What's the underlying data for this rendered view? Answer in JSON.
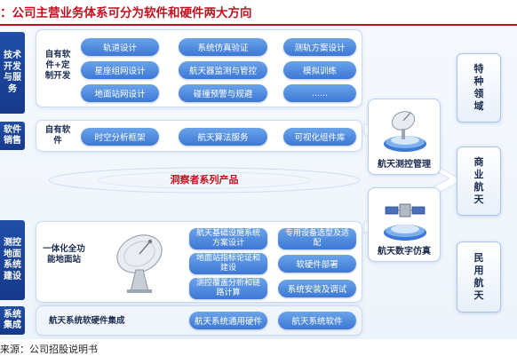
{
  "title": "：公司主营业务体系可分为软件和硬件两大方向",
  "source": "来源：公司招股说明书",
  "sections": {
    "tech_dev": {
      "label": "技术开发与服务",
      "row_label": "自有软件+定制开发",
      "pills": [
        "轨道设计",
        "系统仿真验证",
        "测轨方案设计",
        "星座组网设计",
        "航天器监测与管控",
        "模拟训练",
        "地面站网设计",
        "碰撞预警与规避",
        "......"
      ]
    },
    "software_sales": {
      "label": "软件销售",
      "row_label": "自有软件",
      "pills": [
        "时空分析框架",
        "航天算法服务",
        "可视化组件库"
      ]
    },
    "center_title": "洞察者系列产品",
    "ground_station": {
      "label": "测控地面系统建设",
      "row_label": "一体化全功能地面站",
      "pills": [
        "航天基础设施系统方案设计",
        "专用设备选型及适配",
        "地面站指标论证和建设",
        "软硬件部署",
        "测控覆盖分析和链路计算",
        "系统安装及调试"
      ]
    },
    "integration": {
      "label": "系统集成",
      "row_label": "航天系统软硬件集成",
      "pills": [
        "航天系统通用硬件",
        "航天系统软件"
      ]
    }
  },
  "products": [
    "航天测控管理",
    "航天数字仿真"
  ],
  "markets": [
    "特种领域",
    "商业航天",
    "民用航天"
  ]
}
